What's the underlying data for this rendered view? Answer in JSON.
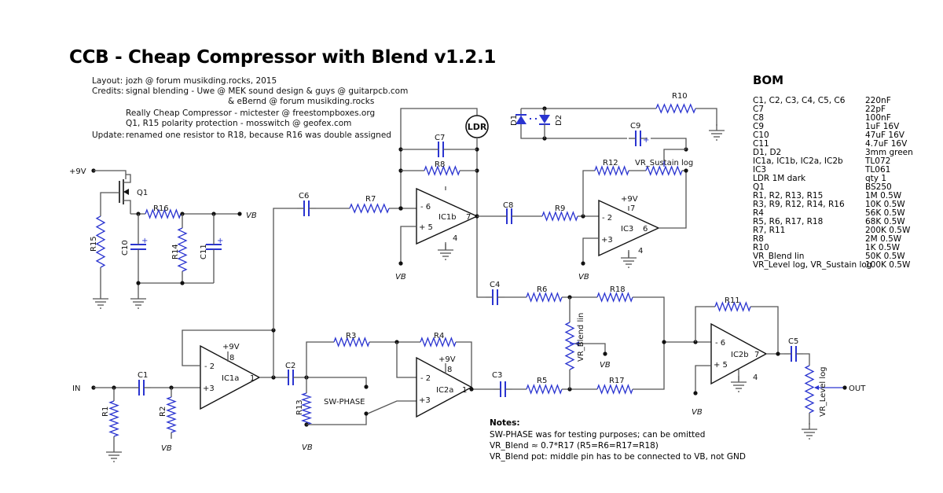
{
  "title": "CCB - Cheap Compressor with Blend v1.2.1",
  "credits": [
    {
      "label": "Layout:",
      "text": "jozh @ forum musikding.rocks, 2015"
    },
    {
      "label": "Credits:",
      "text": "signal blending - Uwe @ MEK sound design & guys @ guitarpcb.com"
    },
    {
      "label": "",
      "text": "& eBernd @ forum musikding.rocks"
    },
    {
      "label": "",
      "text": "Really Cheap Compressor - mictester @ freestompboxes.org"
    },
    {
      "label": "",
      "text": "Q1, R15 polarity protection - mosswitch @ geofex.com"
    },
    {
      "label": "Update:",
      "text": "renamed one resistor to R18, because R16 was double assigned"
    }
  ],
  "bom": {
    "title": "BOM",
    "rows": [
      {
        "part": "C1, C2, C3, C4, C5, C6",
        "value": "220nF"
      },
      {
        "part": "C7",
        "value": "22pF"
      },
      {
        "part": "C8",
        "value": "100nF"
      },
      {
        "part": "C9",
        "value": "1uF 16V"
      },
      {
        "part": "C10",
        "value": "47uF 16V"
      },
      {
        "part": "C11",
        "value": "4.7uF 16V"
      },
      {
        "part": "D1, D2",
        "value": "3mm green"
      },
      {
        "part": "IC1a, IC1b, IC2a, IC2b",
        "value": "TL072"
      },
      {
        "part": "IC3",
        "value": "TL061"
      },
      {
        "part": "LDR 1M dark",
        "value": "qty 1"
      },
      {
        "part": "Q1",
        "value": "BS250"
      },
      {
        "part": "R1, R2, R13, R15",
        "value": "1M 0.5W"
      },
      {
        "part": "R3, R9, R12, R14, R16",
        "value": "10K 0.5W"
      },
      {
        "part": "R4",
        "value": "56K 0.5W"
      },
      {
        "part": "R5, R6, R17, R18",
        "value": "68K 0.5W"
      },
      {
        "part": "R7, R11",
        "value": "200K 0.5W"
      },
      {
        "part": "R8",
        "value": "2M 0.5W"
      },
      {
        "part": "R10",
        "value": "1K 0.5W"
      },
      {
        "part": "VR_Blend lin",
        "value": "50K 0.5W"
      },
      {
        "part": "VR_Level log, VR_Sustain log",
        "value": "100K 0.5W"
      }
    ]
  },
  "notes": {
    "title": "Notes:",
    "lines": [
      "SW-PHASE was for testing purposes; can be omitted",
      "VR_Blend ≈ 0.7*R17 (R5=R6=R17=R18)",
      "VR_Blend pot: middle pin has to be connected to VB, not GND"
    ]
  },
  "labels": {
    "V9": "+9V",
    "IN": "IN",
    "OUT": "OUT",
    "VB": "VB",
    "Q1": "Q1",
    "R1": "R1",
    "R2": "R2",
    "R3": "R3",
    "R4": "R4",
    "R5": "R5",
    "R6": "R6",
    "R7": "R7",
    "R8": "R8",
    "R9": "R9",
    "R10": "R10",
    "R11": "R11",
    "R12": "R12",
    "R13": "R13",
    "R14": "R14",
    "R15": "R15",
    "R16": "R16",
    "R17": "R17",
    "R18": "R18",
    "C1": "C1",
    "C2": "C2",
    "C3": "C3",
    "C4": "C4",
    "C5": "C5",
    "C6": "C6",
    "C7": "C7",
    "C8": "C8",
    "C9": "C9",
    "C10": "C10",
    "C11": "C11",
    "D1": "D1",
    "D2": "D2",
    "LDR": "LDR",
    "IC1a": "IC1a",
    "IC1b": "IC1b",
    "IC2a": "IC2a",
    "IC2b": "IC2b",
    "IC3": "IC3",
    "VR_Blend": "VR_Blend lin",
    "VR_Level": "VR_Level log",
    "VR_Sustain": "VR_Sustain log",
    "SW": "SW-PHASE",
    "plus": "+",
    "m2": "- 2",
    "p3": "+3",
    "m6": "- 6",
    "p5": "+ 5",
    "p1": "1",
    "p4": "4",
    "p6": "6",
    "p7": "7",
    "p8": "8"
  },
  "colors": {
    "wire": "#555555",
    "component": "#2a34d0",
    "text": "#111111"
  }
}
